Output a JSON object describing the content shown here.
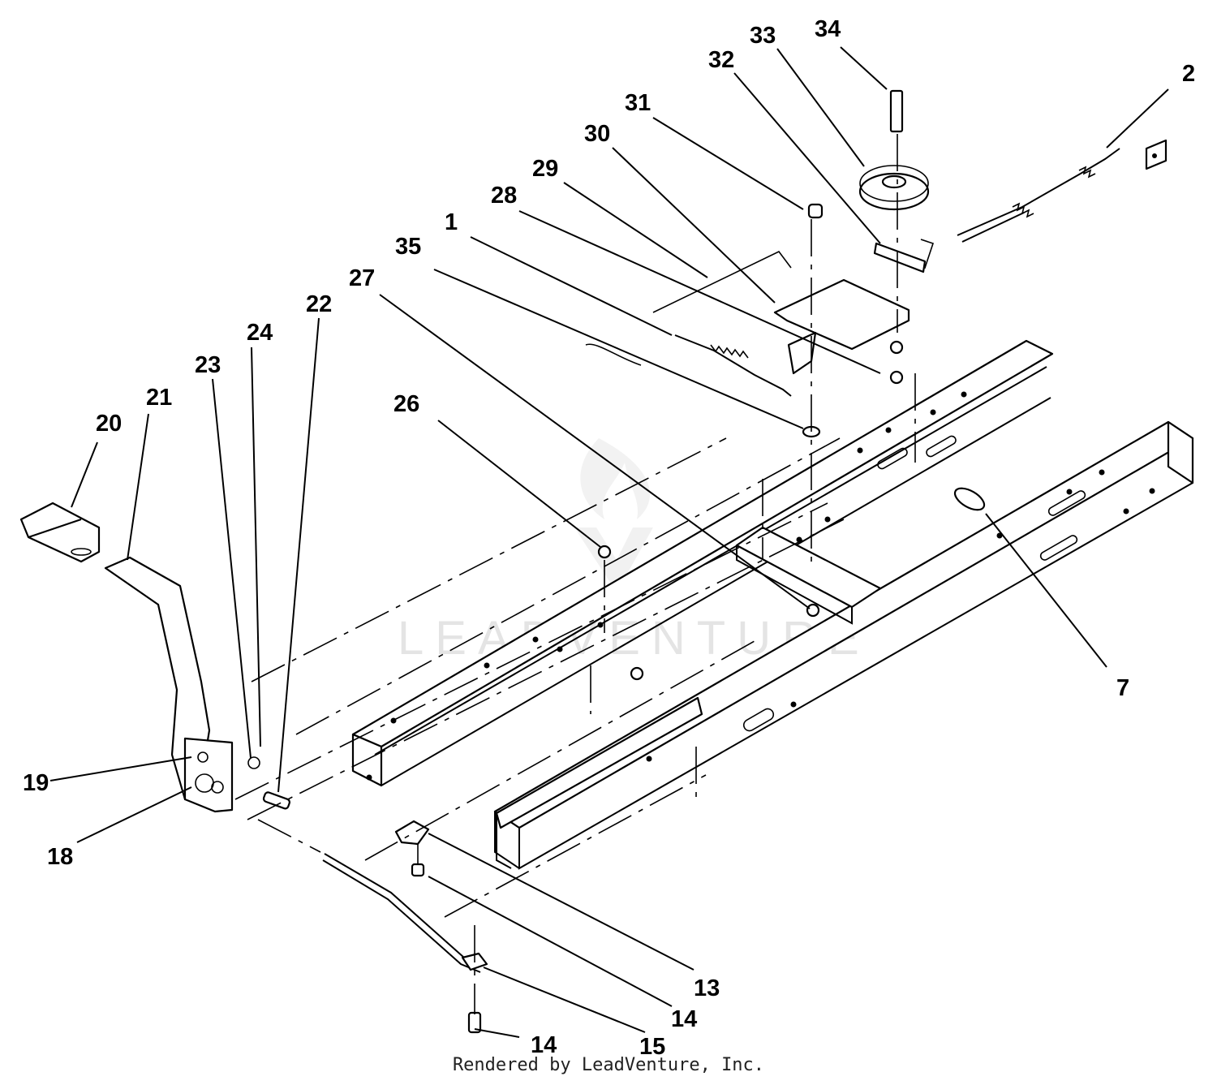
{
  "callouts": [
    {
      "id": "c34",
      "label": "34"
    },
    {
      "id": "c33",
      "label": "33"
    },
    {
      "id": "c32",
      "label": "32"
    },
    {
      "id": "c2",
      "label": "2"
    },
    {
      "id": "c31",
      "label": "31"
    },
    {
      "id": "c30",
      "label": "30"
    },
    {
      "id": "c29",
      "label": "29"
    },
    {
      "id": "c28",
      "label": "28"
    },
    {
      "id": "c1",
      "label": "1"
    },
    {
      "id": "c35",
      "label": "35"
    },
    {
      "id": "c27",
      "label": "27"
    },
    {
      "id": "c22",
      "label": "22"
    },
    {
      "id": "c24",
      "label": "24"
    },
    {
      "id": "c23",
      "label": "23"
    },
    {
      "id": "c21",
      "label": "21"
    },
    {
      "id": "c20",
      "label": "20"
    },
    {
      "id": "c26",
      "label": "26"
    },
    {
      "id": "c7",
      "label": "7"
    },
    {
      "id": "c19",
      "label": "19"
    },
    {
      "id": "c18",
      "label": "18"
    },
    {
      "id": "c13",
      "label": "13"
    },
    {
      "id": "c14a",
      "label": "14"
    },
    {
      "id": "c15",
      "label": "15"
    },
    {
      "id": "c14b",
      "label": "14"
    }
  ],
  "watermark": "LEADVENTURE",
  "credit": "Rendered by LeadVenture, Inc."
}
